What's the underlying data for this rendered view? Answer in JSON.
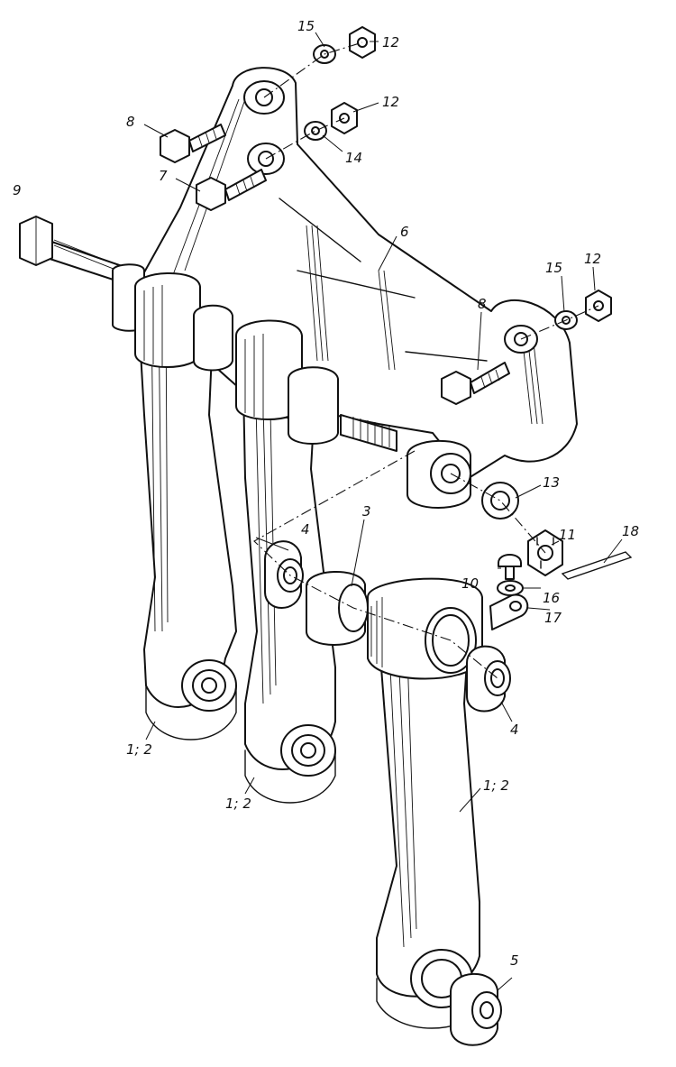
{
  "callouts": [
    {
      "id": "c15a",
      "text": "15"
    },
    {
      "id": "c12a",
      "text": "12"
    },
    {
      "id": "c12b",
      "text": "12"
    },
    {
      "id": "c14",
      "text": "14"
    },
    {
      "id": "c8a",
      "text": "8"
    },
    {
      "id": "c7",
      "text": "7"
    },
    {
      "id": "c9",
      "text": "9"
    },
    {
      "id": "c6",
      "text": "6"
    },
    {
      "id": "c15b",
      "text": "15"
    },
    {
      "id": "c12c",
      "text": "12"
    },
    {
      "id": "c8b",
      "text": "8"
    },
    {
      "id": "c4a",
      "text": "4"
    },
    {
      "id": "c3",
      "text": "3"
    },
    {
      "id": "c13",
      "text": "13"
    },
    {
      "id": "c11",
      "text": "11"
    },
    {
      "id": "c18",
      "text": "18"
    },
    {
      "id": "c10",
      "text": "10"
    },
    {
      "id": "c16",
      "text": "16"
    },
    {
      "id": "c17",
      "text": "17"
    },
    {
      "id": "c4b",
      "text": "4"
    },
    {
      "id": "c12a_lever",
      "text": "1; 2"
    },
    {
      "id": "c12b_lever",
      "text": "1; 2"
    },
    {
      "id": "c12c_lever",
      "text": "1; 2"
    },
    {
      "id": "c5",
      "text": "5"
    }
  ]
}
